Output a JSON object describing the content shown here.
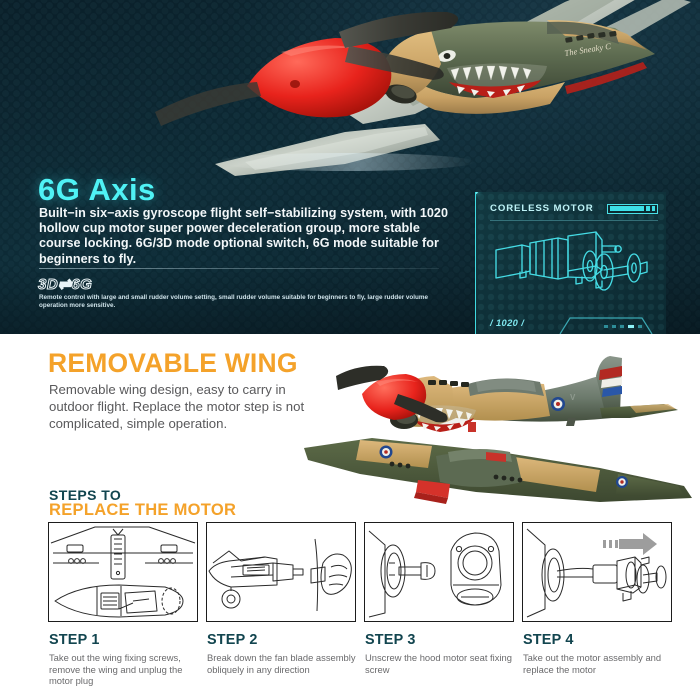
{
  "hero": {
    "title": "6G Axis",
    "body": "Built−in six−axis gyroscope flight self−stabilizing system, with 1020 hollow cup motor super power deceleration group, more stable course locking. 6G/3D mode optional switch, 6G mode suitable for beginners to fly.",
    "badge": "3D⇌6G",
    "fineprint": "Remote control with large and small rudder volume setting, small rudder volume suitable for beginners to fly, large rudder volume operation more sensitive.",
    "accent_color": "#4ff2f5",
    "background_color": "#0a2029"
  },
  "motor_card": {
    "title": "CORELESS MOTOR",
    "model": "/ 1020 /",
    "accent_color": "#3fd9e0",
    "indicator_dots": 5,
    "active_dot_index": 4
  },
  "removable_wing": {
    "title": "REMOVABLE WING",
    "body": "Removable wing design, easy to carry in outdoor flight. Replace the motor step is not complicated, simple operation.",
    "title_color": "#f4a22a",
    "body_color": "#59595b"
  },
  "steps_section": {
    "heading_line1": "STEPS TO",
    "heading_line2": "REPLACE THE MOTOR",
    "heading_line1_color": "#12454f",
    "heading_line2_color": "#f4a22a",
    "steps": [
      {
        "number": "STEP 1",
        "text": "Take out the wing fixing screws, remove the wing and unplug the motor plug"
      },
      {
        "number": "STEP 2",
        "text": "Break down the fan blade assembly obliquely  in any direction"
      },
      {
        "number": "STEP 3",
        "text": "Unscrew the hood motor seat fixing screw"
      },
      {
        "number": "STEP 4",
        "text": "Take out the motor assembly and replace the motor"
      }
    ]
  }
}
